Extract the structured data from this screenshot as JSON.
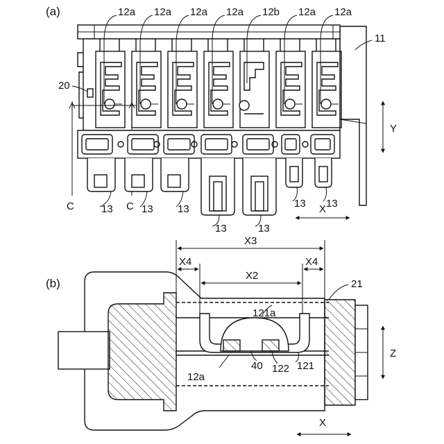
{
  "panels": {
    "a": {
      "label": "(a)"
    },
    "b": {
      "label": "(b)"
    }
  },
  "labels_a": {
    "top": [
      "12a",
      "12a",
      "12a",
      "12a",
      "12b",
      "12a",
      "12a"
    ],
    "housing": "11",
    "side": "20",
    "section_mark": "C",
    "axis_y": "Y",
    "axis_x": "X",
    "terminal": "13"
  },
  "labels_b": {
    "x3": "X3",
    "x4": "X4",
    "x2": "X2",
    "ref_21": "21",
    "ref_121a": "121a",
    "ref_12a": "12a",
    "ref_40": "40",
    "ref_122": "122",
    "ref_121": "121",
    "axis_z": "Z",
    "axis_x": "X"
  }
}
